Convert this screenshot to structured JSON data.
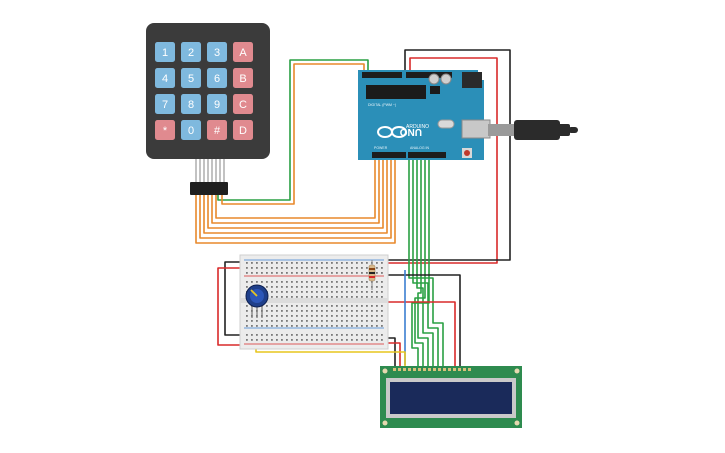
{
  "keypad": {
    "keys": [
      {
        "label": "1",
        "kind": "num"
      },
      {
        "label": "2",
        "kind": "num"
      },
      {
        "label": "3",
        "kind": "num"
      },
      {
        "label": "A",
        "kind": "letter"
      },
      {
        "label": "4",
        "kind": "num"
      },
      {
        "label": "5",
        "kind": "num"
      },
      {
        "label": "6",
        "kind": "num"
      },
      {
        "label": "B",
        "kind": "letter"
      },
      {
        "label": "7",
        "kind": "num"
      },
      {
        "label": "8",
        "kind": "num"
      },
      {
        "label": "9",
        "kind": "num"
      },
      {
        "label": "C",
        "kind": "letter"
      },
      {
        "label": "*",
        "kind": "letter"
      },
      {
        "label": "0",
        "kind": "num"
      },
      {
        "label": "#",
        "kind": "letter"
      },
      {
        "label": "D",
        "kind": "letter"
      }
    ]
  },
  "arduino": {
    "logo": "UNO",
    "brand": "ARDUINO",
    "digital_label": "DIGITAL (PWM ~)",
    "analog_label": "ANALOG IN",
    "power_label": "POWER"
  },
  "colors": {
    "board": "#2b8fb8",
    "key_num": "#7fb9de",
    "key_letter": "#e08a8f",
    "keypad_body": "#3b3b3b",
    "wire_green": "#2aa043",
    "wire_orange": "#e8892b",
    "wire_red": "#d92a2a",
    "wire_black": "#222222",
    "wire_yellow": "#e7c51f",
    "lcd_pcb": "#2e8b4f",
    "lcd_screen": "#1a2a5a"
  }
}
